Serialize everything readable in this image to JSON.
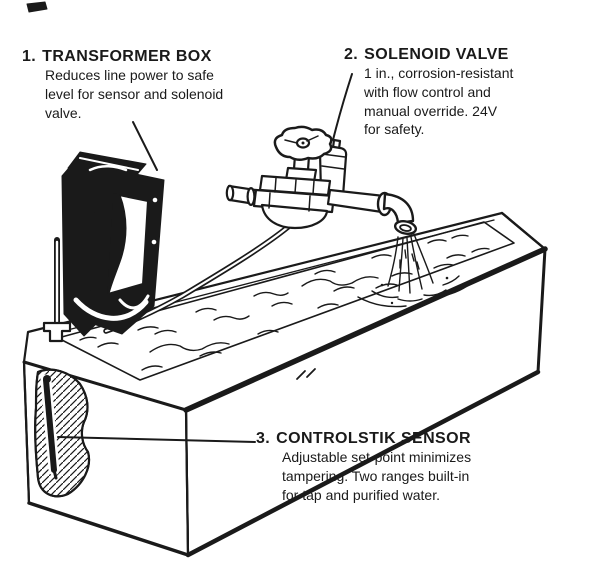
{
  "colors": {
    "ink": "#1a1a1a",
    "paper": "#ffffff"
  },
  "labels": {
    "transformer": {
      "number": "1.",
      "title": "TRANSFORMER BOX",
      "lines": [
        "Reduces line power to safe",
        "level for sensor and solenoid",
        "valve."
      ]
    },
    "solenoid": {
      "number": "2.",
      "title": "SOLENOID VALVE",
      "lines": [
        "1 in., corrosion-resistant",
        "with flow control and",
        "manual override. 24V",
        "for safety."
      ]
    },
    "sensor": {
      "number": "3.",
      "title": "CONTROLSTIK SENSOR",
      "lines": [
        "Adjustable set-point minimizes",
        "tampering. Two ranges built-in",
        "for tap and purified water."
      ]
    }
  }
}
